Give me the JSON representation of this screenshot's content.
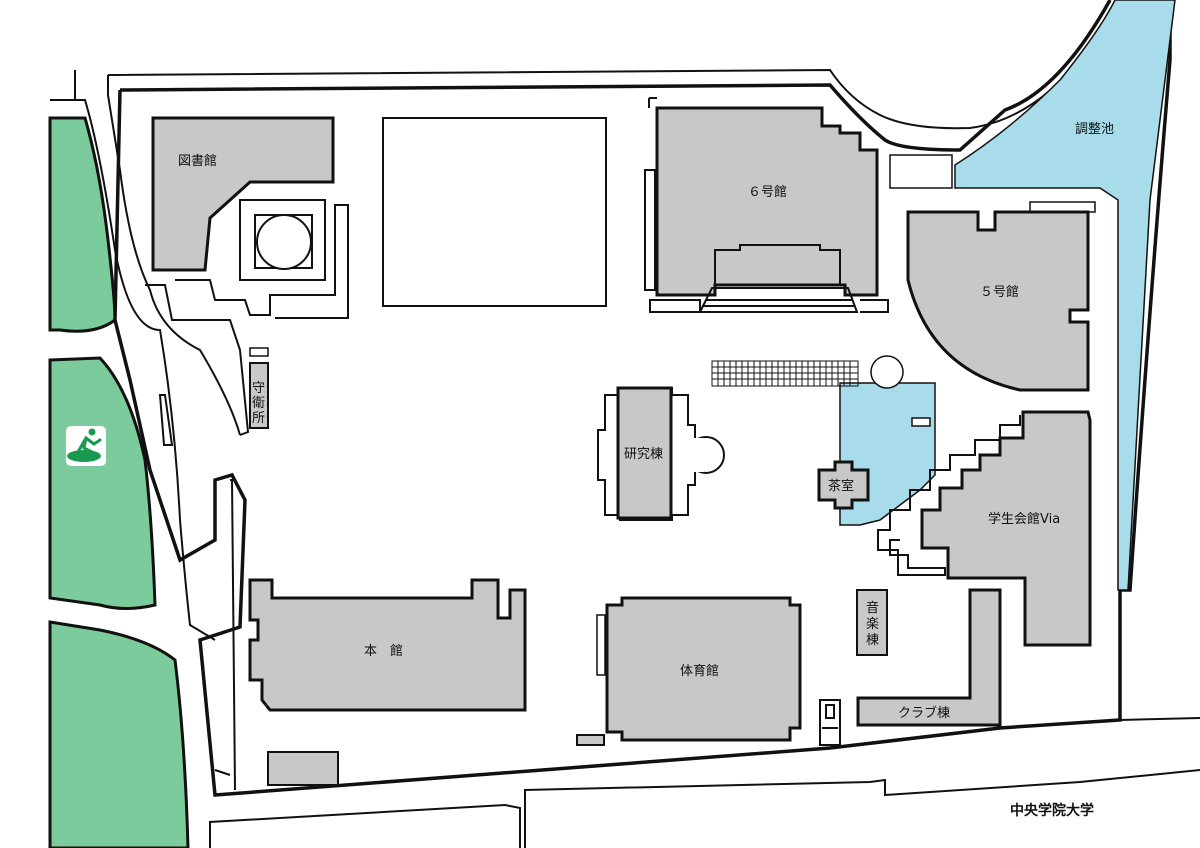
{
  "campus_name": "中央学院大学",
  "buildings": {
    "library": "図書館",
    "bldg6": "６号館",
    "bldg5": "５号館",
    "guard": "守衛所",
    "research": "研究棟",
    "tea_room": "茶室",
    "student_hall": "学生会館Via",
    "main_hall": "本　館",
    "gym": "体育館",
    "music": "音楽棟",
    "club": "クラブ棟",
    "pond": "調整池"
  },
  "icons": {
    "evacuation": "emergency-exit-icon"
  },
  "colors": {
    "building": "#c8c8c8",
    "water": "#a8dcea",
    "green": "#7ccb9c",
    "outline": "#111111"
  }
}
